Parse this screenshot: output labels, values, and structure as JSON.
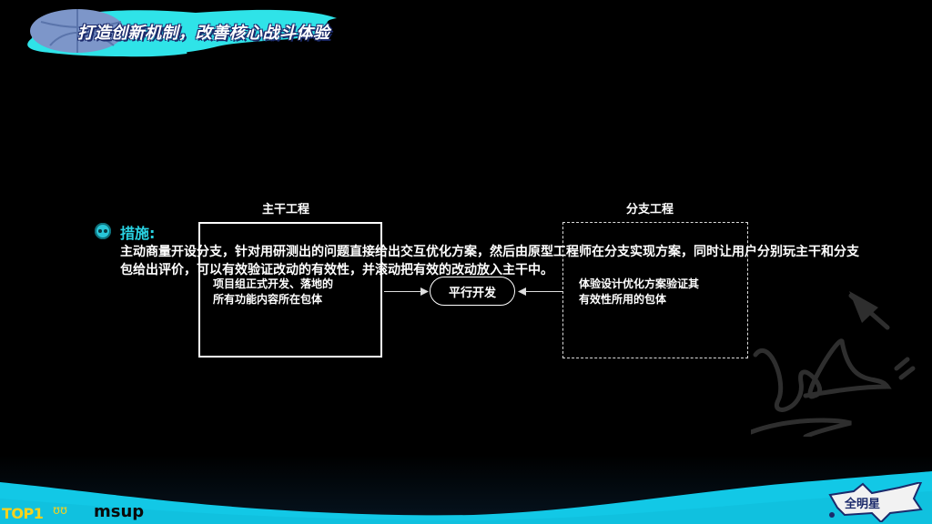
{
  "header": {
    "title": "打造创新机制，改善核心战斗体验",
    "banner_colors": {
      "splash": "#2fe3e8",
      "ball": "#7d96c9",
      "shadow": "#1b2a6b"
    }
  },
  "measures": {
    "icon": "face-icon",
    "heading": "措施:",
    "body": "主动商量开设分支，针对用研测出的问题直接给出交互优化方案，然后由原型工程师在分支实现方案，同时让用户分别玩主干和分支包给出评价，可以有效验证改动的有效性，并滚动把有效的改动放入主干中。",
    "heading_color": "#29d3e3"
  },
  "diagram": {
    "main": {
      "label": "主干工程",
      "description_line1": "项目组正式开发、落地的",
      "description_line2": "所有功能内容所在包体"
    },
    "center": {
      "label": "平行开发"
    },
    "branch": {
      "label": "分支工程",
      "description_line1": "体验设计优化方案验证其",
      "description_line2": "有效性所用的包体"
    }
  },
  "footer": {
    "logo_left": "TOP1",
    "logo_left_mark": "ʊʊ",
    "logo_msup": "msup",
    "logo_right": "全明星街球派对",
    "band_color": "#12c8e6"
  }
}
